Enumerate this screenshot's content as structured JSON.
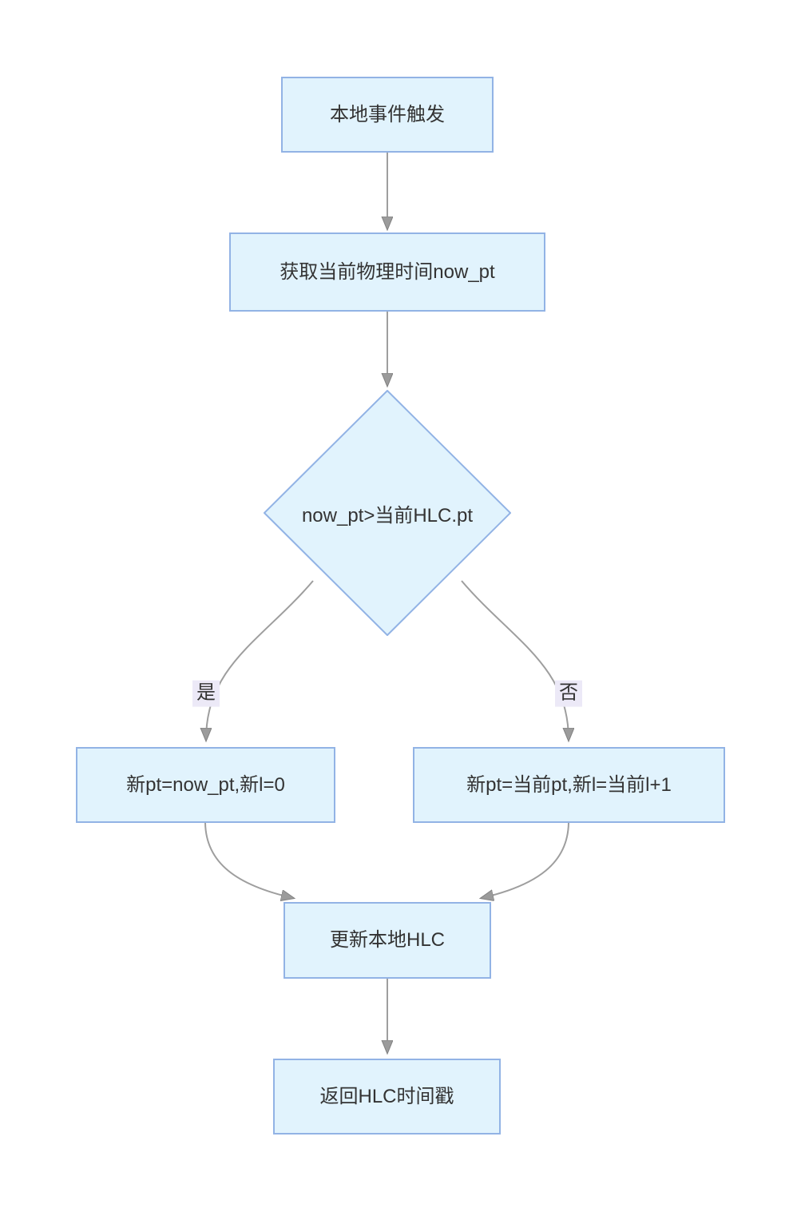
{
  "diagram": {
    "type": "flowchart",
    "description": "HLC (Hybrid Logical Clock) local event timestamp update flow",
    "nodes": [
      {
        "id": "start",
        "type": "rect",
        "label": "本地事件触发"
      },
      {
        "id": "get_time",
        "type": "rect",
        "label": "获取当前物理时间now_pt"
      },
      {
        "id": "decision",
        "type": "diamond",
        "label": "now_pt>当前HLC.pt"
      },
      {
        "id": "yes_branch",
        "type": "rect",
        "label": "新pt=now_pt,新l=0"
      },
      {
        "id": "no_branch",
        "type": "rect",
        "label": "新pt=当前pt,新l=当前l+1"
      },
      {
        "id": "update",
        "type": "rect",
        "label": "更新本地HLC"
      },
      {
        "id": "return",
        "type": "rect",
        "label": "返回HLC时间戳"
      }
    ],
    "edges": [
      {
        "from": "start",
        "to": "get_time",
        "label": ""
      },
      {
        "from": "get_time",
        "to": "decision",
        "label": ""
      },
      {
        "from": "decision",
        "to": "yes_branch",
        "label": "是"
      },
      {
        "from": "decision",
        "to": "no_branch",
        "label": "否"
      },
      {
        "from": "yes_branch",
        "to": "update",
        "label": ""
      },
      {
        "from": "no_branch",
        "to": "update",
        "label": ""
      },
      {
        "from": "update",
        "to": "return",
        "label": ""
      }
    ],
    "colors": {
      "node_fill": "#e1f3fd",
      "node_border": "#92b3e5",
      "connector": "#9e9e9e",
      "arrowhead": "#999999",
      "edge_label_bg": "#ece9f7",
      "text": "#333333",
      "background": "#ffffff"
    }
  }
}
